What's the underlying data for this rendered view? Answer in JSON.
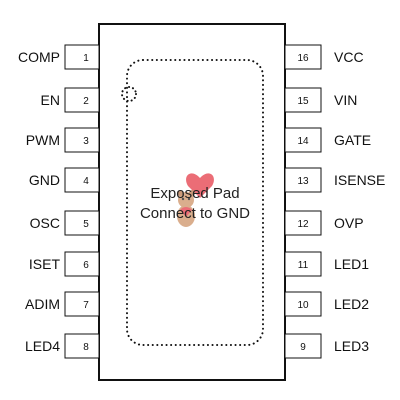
{
  "package": {
    "pins_left": [
      {
        "number": "1",
        "name": "COMP"
      },
      {
        "number": "2",
        "name": "EN"
      },
      {
        "number": "3",
        "name": "PWM"
      },
      {
        "number": "4",
        "name": "GND"
      },
      {
        "number": "5",
        "name": "OSC"
      },
      {
        "number": "6",
        "name": "ISET"
      },
      {
        "number": "7",
        "name": "ADIM"
      },
      {
        "number": "8",
        "name": "LED4"
      }
    ],
    "pins_right": [
      {
        "number": "16",
        "name": "VCC"
      },
      {
        "number": "15",
        "name": "VIN"
      },
      {
        "number": "14",
        "name": "GATE"
      },
      {
        "number": "13",
        "name": "ISENSE"
      },
      {
        "number": "12",
        "name": "OVP"
      },
      {
        "number": "11",
        "name": "LED1"
      },
      {
        "number": "10",
        "name": "LED2"
      },
      {
        "number": "9",
        "name": "LED3"
      }
    ],
    "exposed_pad": {
      "line1": "Exposed Pad",
      "line2": "Connect to GND"
    },
    "watermark": {
      "icon": "teddy-bear-heart-icon"
    }
  }
}
